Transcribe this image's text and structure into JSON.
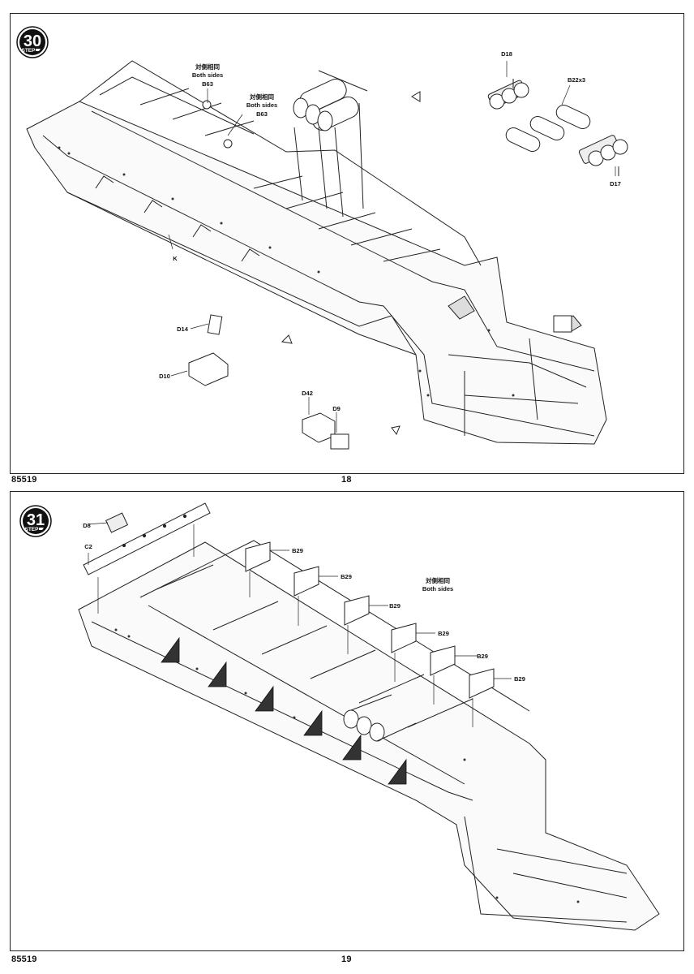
{
  "page": {
    "top_page_number": "18",
    "bottom_page_number": "19",
    "kit_number_top": "85519",
    "kit_number_bottom": "85519"
  },
  "step30": {
    "number": "30",
    "step_word": "STEP",
    "note1_cn": "対側相同",
    "note1_en": "Both sides",
    "note1_part": "B63",
    "note2_cn": "対側相同",
    "note2_en": "Both sides",
    "note2_part": "B63",
    "parts": {
      "d18": "D18",
      "b22": "B22x3",
      "d17": "D17",
      "k": "K",
      "d14": "D14",
      "d10": "D10",
      "d42": "D42",
      "d9": "D9"
    }
  },
  "step31": {
    "number": "31",
    "step_word": "STEP",
    "note_cn": "対側相同",
    "note_en": "Both sides",
    "parts": {
      "d8": "D8",
      "c2": "C2",
      "b29": "B29"
    }
  }
}
